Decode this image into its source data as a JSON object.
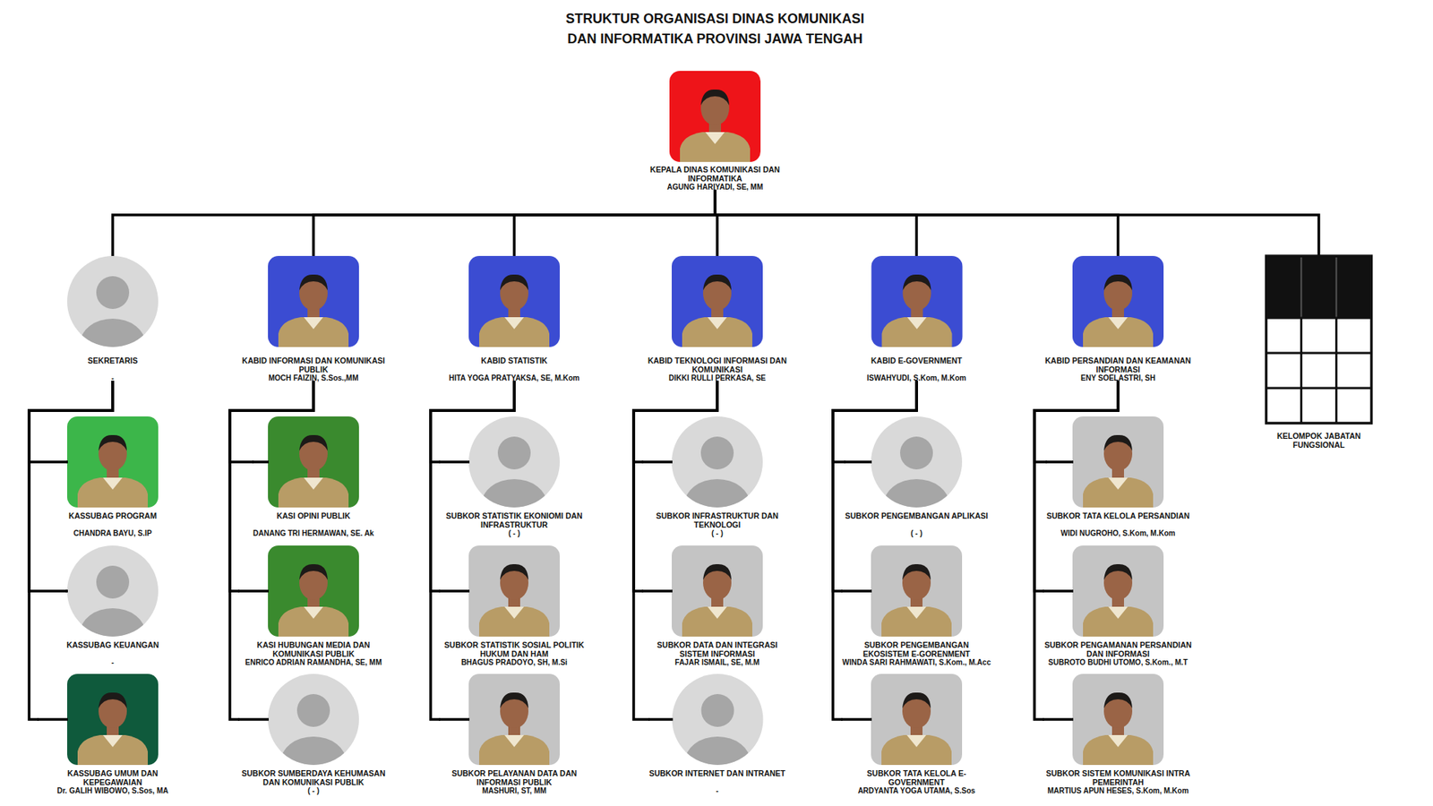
{
  "diagram": {
    "title": "STRUKTUR ORGANISASI DINAS KOMUNIKASI DAN INFORMATIKA PROVINSI JAWA TENGAH",
    "nodes": [
      {
        "text": [
          "KEPALA DINAS KOMUNIKASI DAN INFORMATIKA",
          "AGUNG HARIYADI, SE, MM"
        ]
      },
      {
        "text": [
          "SEKRETARIS",
          "-"
        ]
      },
      {
        "text": [
          "KABID INFORMASI DAN KOMUNIKASI PUBLIK",
          "MOCH FAIZIN, S.Sos.,MM"
        ]
      },
      {
        "text": [
          "KABID STATISTIK",
          "HITA YOGA PRATYAKSA, SE, M.Kom"
        ]
      },
      {
        "text": [
          "KABID TEKNOLOGI INFORMASI DAN KOMUNIKASI",
          "DIKKI RULLI PERKASA, SE"
        ]
      },
      {
        "text": [
          "KABID E-GOVERNMENT",
          "ISWAHYUDI, S.Kom, M.Kom"
        ]
      },
      {
        "text": [
          "KABID PERSANDIAN DAN KEAMANAN INFORMASI",
          "ENY SOELASTRI, SH"
        ]
      },
      {
        "text": [
          "KELOMPOK JABATAN FUNGSIONAL"
        ]
      },
      {
        "text": [
          "KASSUBAG PROGRAM",
          "CHANDRA BAYU, S.IP"
        ]
      },
      {
        "text": [
          "KASSUBAG KEUANGAN",
          "-"
        ]
      },
      {
        "text": [
          "KASSUBAG UMUM DAN KEPEGAWAIAN",
          "Dr. GALIH WIBOWO, S.Sos, MA"
        ]
      },
      {
        "text": [
          "KASI OPINI PUBLIK",
          "DANANG TRI HERMAWAN, SE. Ak"
        ]
      },
      {
        "text": [
          "KASI HUBUNGAN MEDIA DAN KOMUNIKASI PUBLIK",
          "ENRICO ADRIAN RAMANDHA, SE, MM"
        ]
      },
      {
        "text": [
          "SUBKOR SUMBERDAYA KEHUMASAN DAN KOMUNIKASI PUBLIK",
          "( - )"
        ]
      },
      {
        "text": [
          "SUBKOR STATISTIK EKONIOMI DAN INFRASTRUKTUR",
          "( - )"
        ]
      },
      {
        "text": [
          "SUBKOR STATISTIK SOSIAL POLITIK HUKUM DAN HAM",
          "BHAGUS PRADOYO, SH, M.Si"
        ]
      },
      {
        "text": [
          "SUBKOR PELAYANAN DATA DAN INFORMASI PUBLIK",
          "MASHURI, ST, MM"
        ]
      },
      {
        "text": [
          "SUBKOR INFRASTRUKTUR DAN TEKNOLOGI",
          "( - )"
        ]
      },
      {
        "text": [
          "SUBKOR DATA DAN INTEGRASI SISTEM INFORMASI",
          "FAJAR ISMAIL, SE, M.M"
        ]
      },
      {
        "text": [
          "SUBKOR INTERNET DAN INTRANET",
          "-"
        ]
      },
      {
        "text": [
          "SUBKOR PENGEMBANGAN APLIKASI",
          "( - )"
        ]
      },
      {
        "text": [
          "SUBKOR PENGEMBANGAN EKOSISTEM E-GORENMENT",
          "WINDA SARI RAHMAWATI, S.Kom., M.Acc"
        ]
      },
      {
        "text": [
          "SUBKOR TATA KELOLA E-GOVERNMENT",
          "ARDYANTA YOGA UTAMA, S.Sos"
        ]
      },
      {
        "text": [
          "SUBKOR TATA KELOLA PERSANDIAN",
          "WIDI NUGROHO, S.Kom, M.Kom"
        ]
      },
      {
        "text": [
          "SUBKOR PENGAMANAN PERSANDIAN DAN INFORMASI",
          "SUBROTO BUDHI UTOMO, S.Kom., M.T"
        ]
      },
      {
        "text": [
          "SUBKOR SISTEM KOMUNIKASI INTRA PEMERINTAH",
          "MARTIUS APUN HESES, S.Kom, M.Kom"
        ]
      }
    ],
    "edges": [
      {
        "from": 0,
        "to": 1,
        "arrow": "none"
      },
      {
        "from": 0,
        "to": 2,
        "arrow": "none"
      },
      {
        "from": 0,
        "to": 3,
        "arrow": "none"
      },
      {
        "from": 0,
        "to": 4,
        "arrow": "none"
      },
      {
        "from": 0,
        "to": 5,
        "arrow": "none"
      },
      {
        "from": 0,
        "to": 6,
        "arrow": "none"
      },
      {
        "from": 0,
        "to": 7,
        "arrow": "none"
      },
      {
        "from": 1,
        "to": 8,
        "arrow": "none"
      },
      {
        "from": 1,
        "to": 9,
        "arrow": "none"
      },
      {
        "from": 1,
        "to": 10,
        "arrow": "none"
      },
      {
        "from": 2,
        "to": 11,
        "arrow": "none"
      },
      {
        "from": 2,
        "to": 12,
        "arrow": "none"
      },
      {
        "from": 2,
        "to": 13,
        "arrow": "none"
      },
      {
        "from": 3,
        "to": 14,
        "arrow": "none"
      },
      {
        "from": 3,
        "to": 15,
        "arrow": "none"
      },
      {
        "from": 3,
        "to": 16,
        "arrow": "none"
      },
      {
        "from": 4,
        "to": 17,
        "arrow": "none"
      },
      {
        "from": 4,
        "to": 18,
        "arrow": "none"
      },
      {
        "from": 4,
        "to": 19,
        "arrow": "none"
      },
      {
        "from": 5,
        "to": 20,
        "arrow": "none"
      },
      {
        "from": 5,
        "to": 21,
        "arrow": "none"
      },
      {
        "from": 5,
        "to": 22,
        "arrow": "none"
      },
      {
        "from": 6,
        "to": 23,
        "arrow": "none"
      },
      {
        "from": 6,
        "to": 24,
        "arrow": "none"
      },
      {
        "from": 6,
        "to": 25,
        "arrow": "none"
      }
    ]
  }
}
